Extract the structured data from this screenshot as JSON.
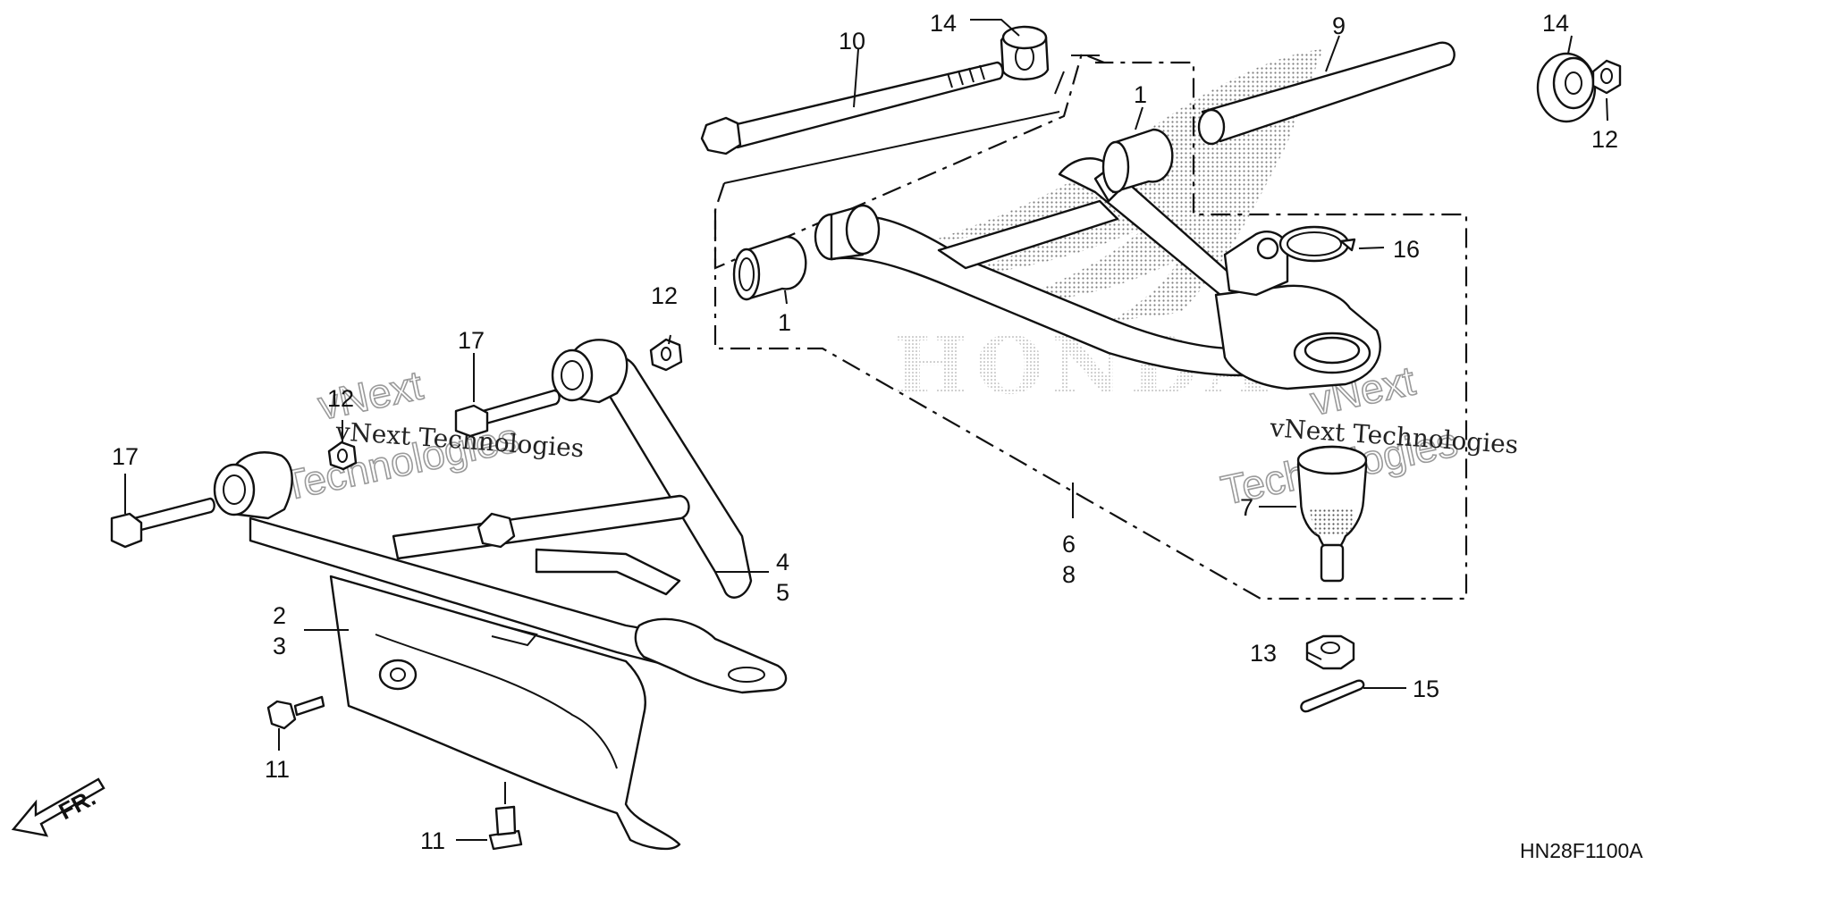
{
  "diagram": {
    "watermark_brand": "HONDA",
    "watermark_text": [
      "vNext Technologies",
      "vNext",
      "Technologies"
    ],
    "reference_code": "HN28F1100A",
    "direction_label": "FR.",
    "callouts": {
      "c1_top": "1",
      "c1_bottom": "1",
      "c2": "2",
      "c3": "3",
      "c4": "4",
      "c5": "5",
      "c6": "6",
      "c7": "7",
      "c8": "8",
      "c9": "9",
      "c10": "10",
      "c11_left": "11",
      "c11_bottom": "11",
      "c12_left": "12",
      "c12_mid": "12",
      "c12_right": "12",
      "c13": "13",
      "c14_left": "14",
      "c14_right": "14",
      "c15": "15",
      "c16": "16",
      "c17_left": "17",
      "c17_mid": "17"
    }
  }
}
